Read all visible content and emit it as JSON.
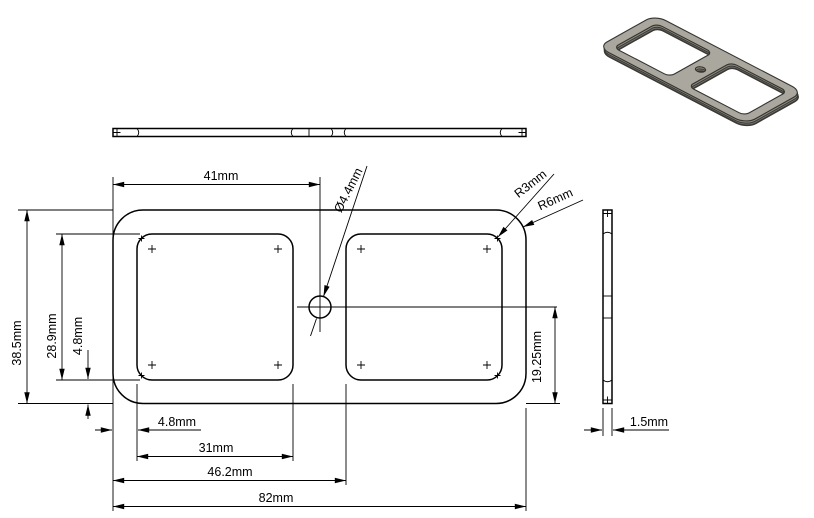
{
  "drawing": {
    "dimensions": {
      "hole_offset": "41mm",
      "hole_diameter": "Ø4.4mm",
      "inner_corner_radius": "R3mm",
      "outer_corner_radius": "R6mm",
      "plate_height": "38.5mm",
      "cutout_height": "28.9mm",
      "bottom_margin": "4.8mm",
      "half_height": "19.25mm",
      "left_margin": "4.8mm",
      "cutout_width": "31mm",
      "right_cutout_offset": "46.2mm",
      "plate_width": "82mm",
      "thickness": "1.5mm"
    },
    "colors": {
      "line": "#000000",
      "iso_top_face": "#aaa89e",
      "iso_side_face": "#76746c",
      "iso_edge": "#34332f",
      "background": "#ffffff"
    }
  }
}
